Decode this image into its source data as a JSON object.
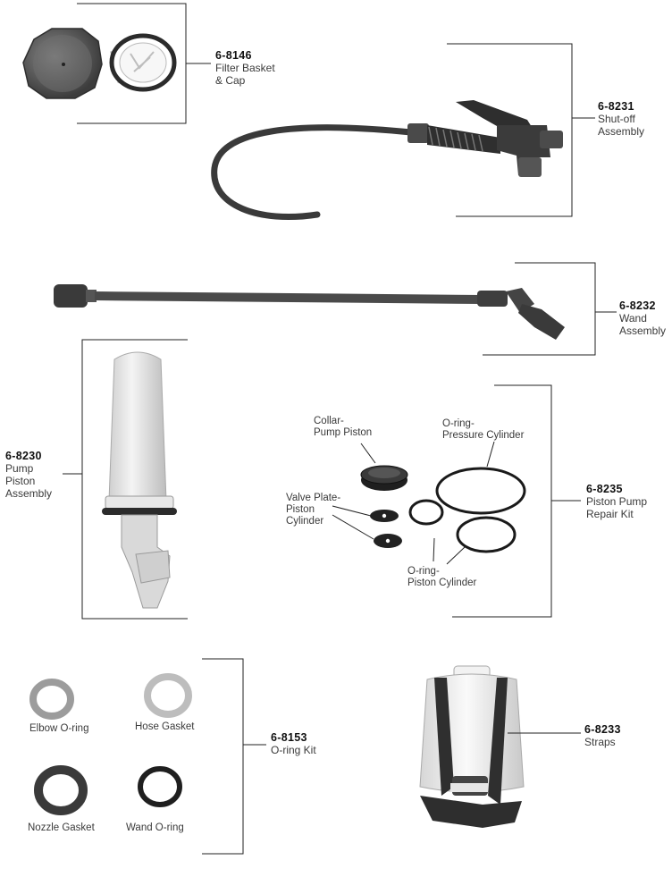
{
  "parts": {
    "filter": {
      "number": "6-8146",
      "name_lines": [
        "Filter Basket",
        "& Cap"
      ]
    },
    "shutoff": {
      "number": "6-8231",
      "name_lines": [
        "Shut-off",
        "Assembly"
      ]
    },
    "wand": {
      "number": "6-8232",
      "name_lines": [
        "Wand",
        "Assembly"
      ]
    },
    "pump": {
      "number": "6-8230",
      "name_lines": [
        "Pump",
        "Piston",
        "Assembly"
      ]
    },
    "repair": {
      "number": "6-8235",
      "name_lines": [
        "Piston Pump",
        "Repair Kit"
      ]
    },
    "oringkit": {
      "number": "6-8153",
      "name_lines": [
        "O-ring Kit"
      ]
    },
    "straps": {
      "number": "6-8233",
      "name_lines": [
        "Straps"
      ]
    }
  },
  "repair_kit_callouts": {
    "collar": [
      "Collar-",
      "Pump Piston"
    ],
    "pressure_oring": [
      "O-ring-",
      "Pressure Cylinder"
    ],
    "valve_plate": [
      "Valve Plate-",
      "Piston",
      "Cylinder"
    ],
    "piston_oring": [
      "O-ring-",
      "Piston Cylinder"
    ]
  },
  "oring_kit_items": {
    "elbow": "Elbow O-ring",
    "hose": "Hose Gasket",
    "nozzle": "Nozzle Gasket",
    "wand": "Wand O-ring"
  }
}
